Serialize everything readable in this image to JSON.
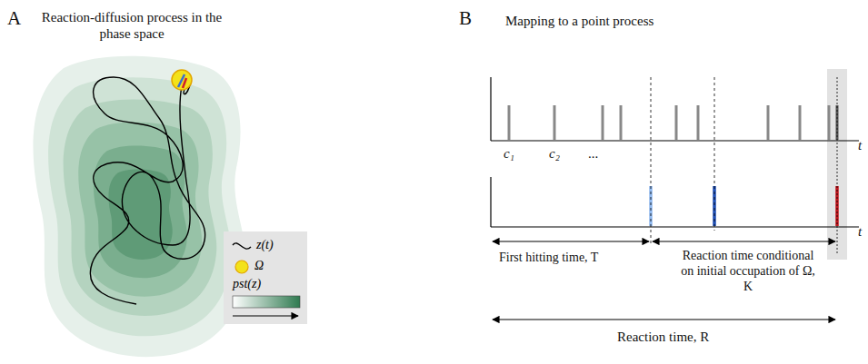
{
  "diagram": {
    "labels": [
      "A",
      "Reaction-diffusion process in the phase space",
      "B",
      "Mapping to a point process",
      "c₁",
      "c₂",
      "...",
      "t",
      "t",
      "First hitting time, T",
      "Reaction time conditional on initial occupation of Ω, K",
      "Reaction time, R"
    ],
    "legend": [
      {
        "text": "z(t)"
      },
      {
        "text": "Ω"
      },
      {
        "text": "pst(z)"
      }
    ]
  }
}
